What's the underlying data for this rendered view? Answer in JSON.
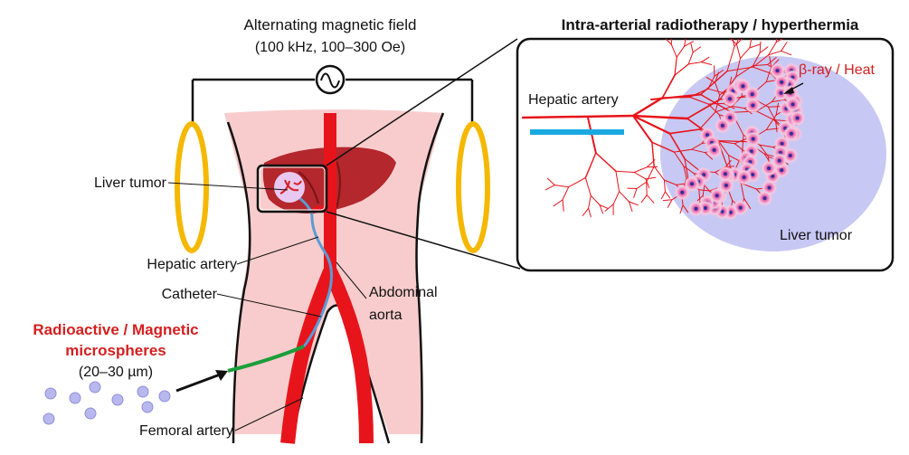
{
  "field": {
    "title": "Alternating magnetic field",
    "params": "(100 kHz, 100–300 Oe)"
  },
  "inset": {
    "title": "Intra-arterial radiotherapy / hyperthermia",
    "hepatic_artery": "Hepatic artery",
    "beta_heat": "β-ray / Heat",
    "liver_tumor": "Liver tumor"
  },
  "labels": {
    "liver_tumor": "Liver tumor",
    "hepatic_artery": "Hepatic artery",
    "catheter": "Catheter",
    "abdominal_1": "Abdominal",
    "abdominal_2": "aorta",
    "femoral_artery": "Femoral artery"
  },
  "microspheres": {
    "line1": "Radioactive / Magnetic",
    "line2": "microspheres",
    "size": "(20–30 µm)"
  },
  "colors": {
    "artery": "#e8141b",
    "body": "#f8cccc",
    "coil": "#f5b800",
    "catheter": "#5b9bd5",
    "guide": "#1a9e3a",
    "tumor_zone": "#c8c8f4",
    "liver": "#b3272d",
    "scale_bar": "#1aa8e0",
    "accent_text": "#d42020"
  }
}
